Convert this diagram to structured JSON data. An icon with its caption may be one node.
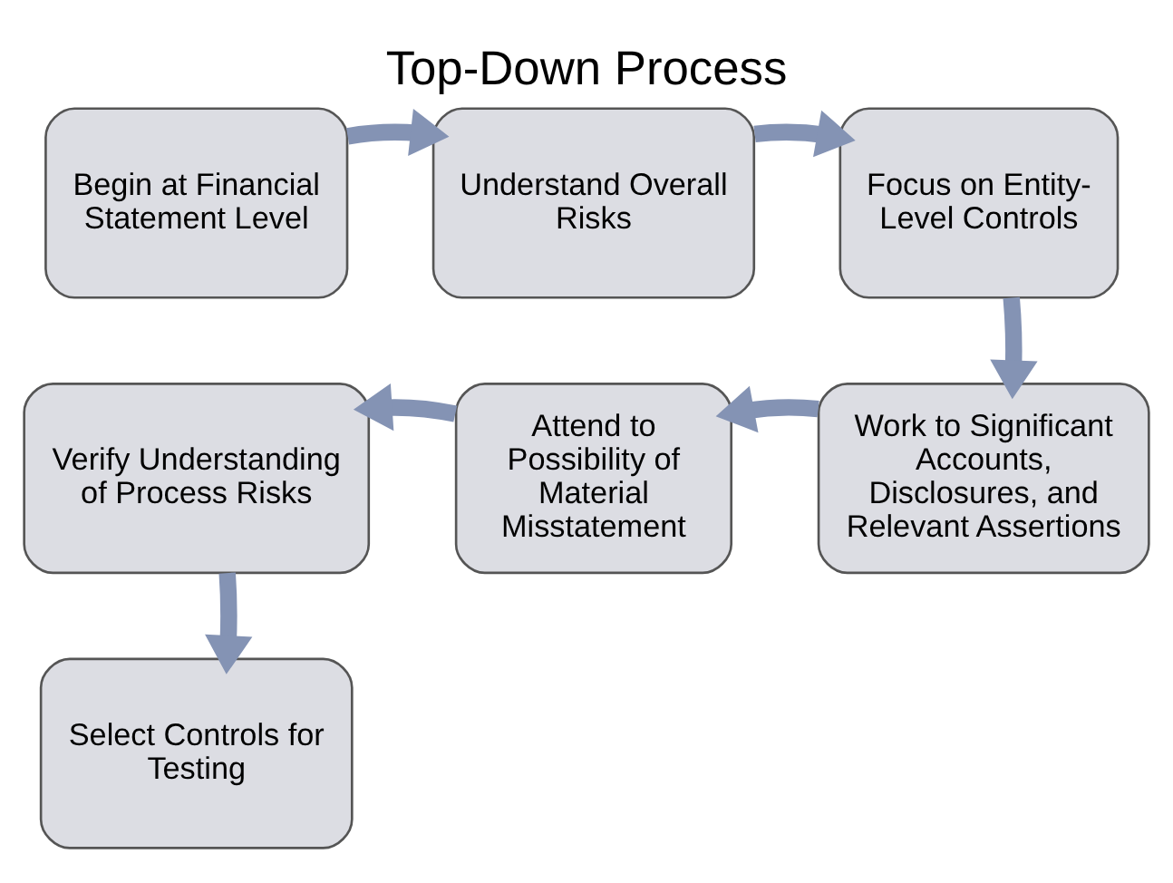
{
  "diagram": {
    "title": "Top-Down Process",
    "nodes": [
      {
        "text": [
          "Begin at Financial Statement Level"
        ]
      },
      {
        "text": [
          "Understand Overall Risks"
        ]
      },
      {
        "text": [
          "Focus on Entity-Level Controls"
        ]
      },
      {
        "text": [
          "Work to Significant Accounts, Disclosures, and Relevant Assertions"
        ]
      },
      {
        "text": [
          "Attend to Possibility of Material Misstatement"
        ]
      },
      {
        "text": [
          "Verify Understanding of Process Risks"
        ]
      },
      {
        "text": [
          "Select Controls for Testing"
        ]
      }
    ],
    "edges": [
      {
        "from": 0,
        "to": 1,
        "arrow": "to"
      },
      {
        "from": 1,
        "to": 2,
        "arrow": "to"
      },
      {
        "from": 2,
        "to": 3,
        "arrow": "to"
      },
      {
        "from": 3,
        "to": 4,
        "arrow": "to"
      },
      {
        "from": 4,
        "to": 5,
        "arrow": "to"
      },
      {
        "from": 5,
        "to": 6,
        "arrow": "to"
      }
    ]
  }
}
